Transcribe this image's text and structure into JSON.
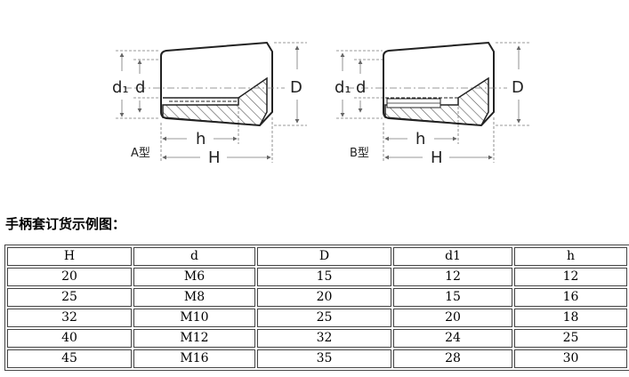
{
  "diagram": {
    "label_d1": "d₁",
    "label_d": "d",
    "label_D": "D",
    "label_h": "h",
    "label_H": "H",
    "type_a": "A型",
    "type_b": "B型"
  },
  "caption": "手柄套订货示例图：",
  "table": {
    "headers": [
      "H",
      "d",
      "D",
      "d1",
      "h"
    ],
    "rows": [
      [
        "20",
        "M6",
        "15",
        "12",
        "12"
      ],
      [
        "25",
        "M8",
        "20",
        "15",
        "16"
      ],
      [
        "32",
        "M10",
        "25",
        "20",
        "18"
      ],
      [
        "40",
        "M12",
        "32",
        "24",
        "25"
      ],
      [
        "45",
        "M16",
        "35",
        "28",
        "30"
      ]
    ]
  }
}
